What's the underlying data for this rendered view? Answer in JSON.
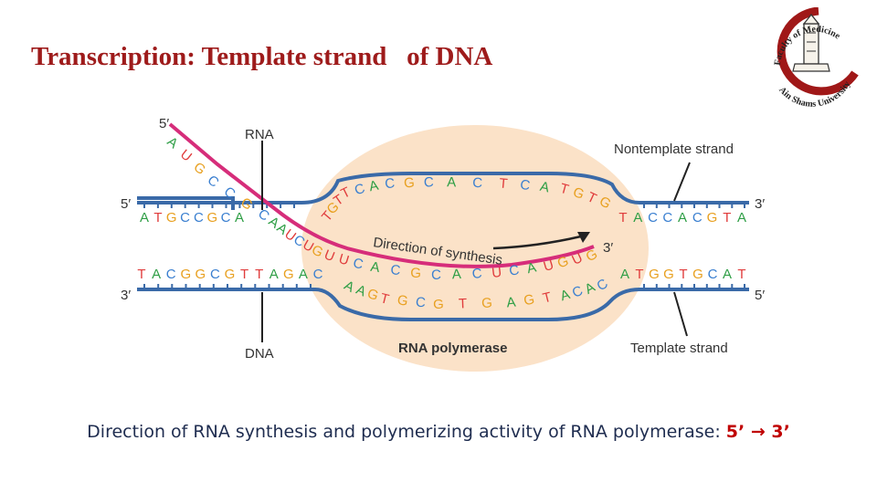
{
  "title": "Transcription: Template strand   of DNA",
  "logo": {
    "text_top": "Faculty of Medicine",
    "text_bottom": "Ain Shams University"
  },
  "diagram": {
    "labels": {
      "rna": "RNA",
      "dna": "DNA",
      "nontemplate": "Nontemplate strand",
      "template": "Template strand",
      "direction": "Direction of synthesis",
      "polymerase": "RNA polymerase"
    },
    "ends": {
      "rna_start": "5′",
      "rna_end": "3′",
      "top_left": "5′",
      "top_right": "3′",
      "bottom_left": "3′",
      "bottom_right": "5′"
    },
    "base_colors": {
      "A": "#2e9e45",
      "T": "#e03c3c",
      "G": "#e8a020",
      "C": "#3a7fd0",
      "U": "#e03c3c"
    },
    "rna_seq": "AUGCCGCAAUCUGUUCACGCACUCAUGUG",
    "top_left_seq": "ATGCCGCA",
    "top_bubble_seq": "TGTTCACGCACTCATGTG",
    "top_right_seq": "TACCACGTA",
    "bottom_left_seq": "TACGGCGTTAGAC",
    "bottom_bubble_seq": "AAGTGCGTGAGTACAC",
    "bottom_right_seq": "ATGGTGCAT"
  },
  "caption": {
    "text": "Direction of RNA synthesis and polymerizing activity of RNA polymerase: ",
    "direction": "5’ → 3’"
  }
}
